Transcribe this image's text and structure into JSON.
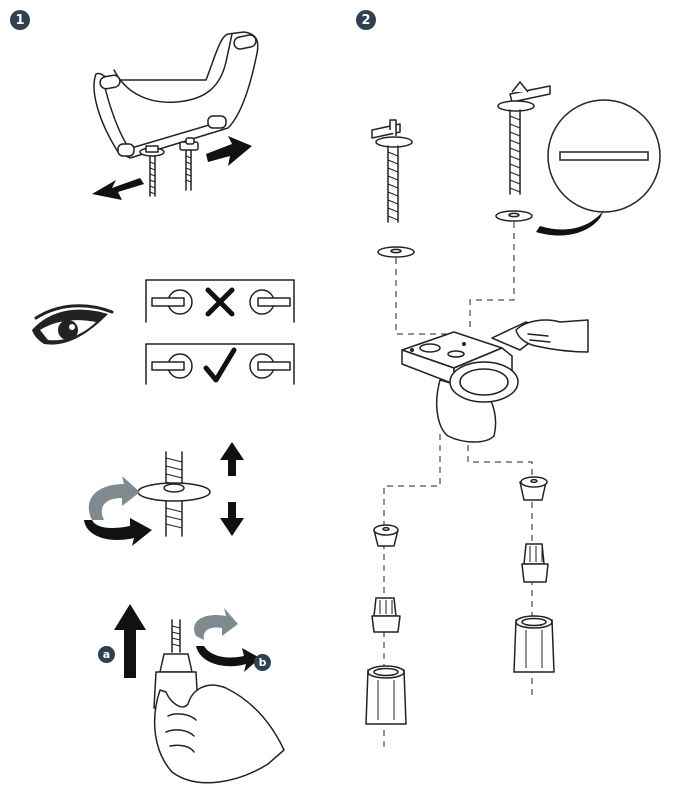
{
  "steps": [
    {
      "number": "1"
    },
    {
      "number": "2"
    }
  ],
  "markers": {
    "a": "a",
    "b": "b"
  },
  "colors": {
    "badge": "#2f4150",
    "arrow_dark": "#111111",
    "arrow_grey": "#7f8a90",
    "line": "#222222"
  },
  "icons": {
    "wrong": "cross-icon",
    "right": "check-icon",
    "eye": "eye-icon"
  }
}
